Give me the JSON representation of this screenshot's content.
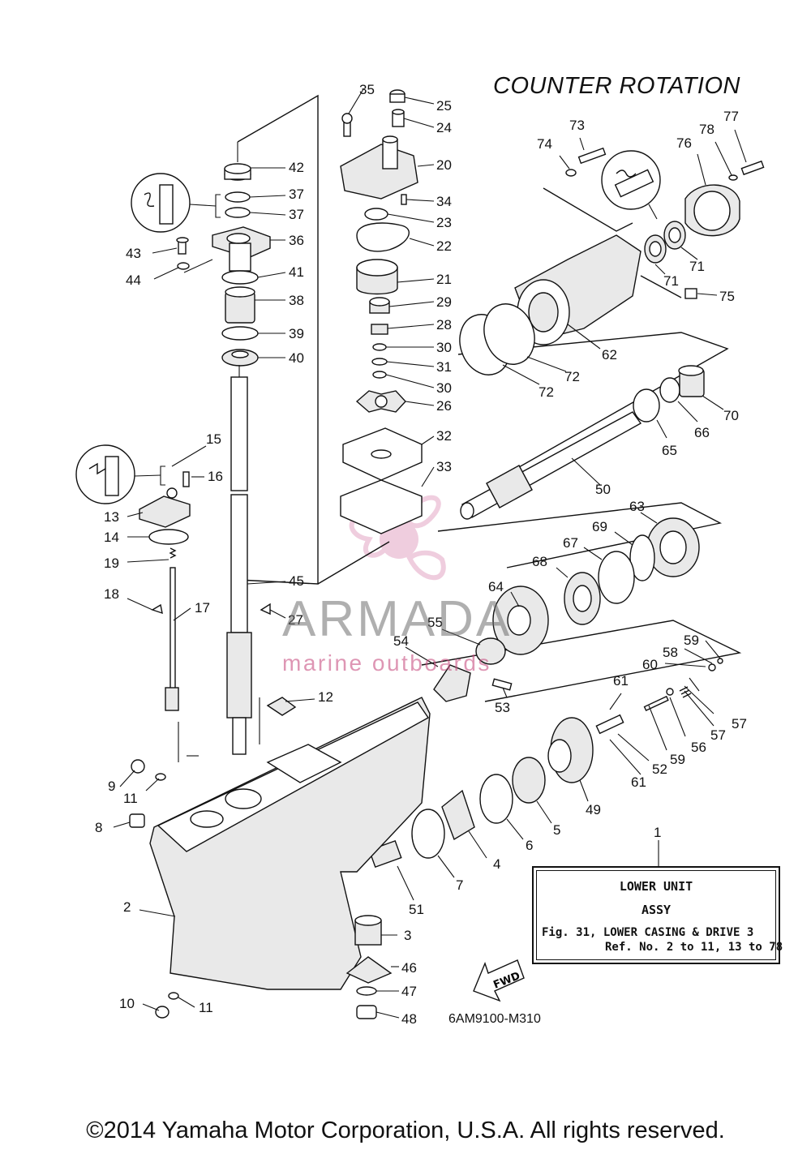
{
  "title": "COUNTER ROTATION",
  "drawing_code": "6AM9100-M310",
  "copyright": "©2014 Yamaha Motor Corporation, U.S.A. All rights reserved.",
  "fwd_label": "FWD",
  "watermark": {
    "name": "ARMADA",
    "tagline": "marine outboards"
  },
  "reference_box": {
    "line1": "LOWER UNIT",
    "line2": "ASSY",
    "line3": "Fig. 31, LOWER CASING & DRIVE 3",
    "line4": "Ref. No. 2 to 11, 13 to 78"
  },
  "labels": {
    "n1": "1",
    "n2": "2",
    "n3": "3",
    "n4": "4",
    "n5": "5",
    "n6": "6",
    "n7": "7",
    "n8": "8",
    "n9": "9",
    "n10": "10",
    "n11a": "11",
    "n11b": "11",
    "n12": "12",
    "n13": "13",
    "n14": "14",
    "n15": "15",
    "n16": "16",
    "n17": "17",
    "n18": "18",
    "n19": "19",
    "n20": "20",
    "n21": "21",
    "n22": "22",
    "n23": "23",
    "n24": "24",
    "n25": "25",
    "n26": "26",
    "n27": "27",
    "n28": "28",
    "n29": "29",
    "n30a": "30",
    "n30b": "30",
    "n31": "31",
    "n32": "32",
    "n33": "33",
    "n34": "34",
    "n35": "35",
    "n36": "36",
    "n37a": "37",
    "n37b": "37",
    "n38": "38",
    "n39": "39",
    "n40": "40",
    "n41": "41",
    "n42": "42",
    "n43": "43",
    "n44": "44",
    "n45": "45",
    "n46": "46",
    "n47": "47",
    "n48": "48",
    "n49": "49",
    "n50": "50",
    "n51": "51",
    "n52": "52",
    "n53": "53",
    "n54": "54",
    "n55": "55",
    "n56": "56",
    "n57a": "57",
    "n57b": "57",
    "n58": "58",
    "n59a": "59",
    "n59b": "59",
    "n60": "60",
    "n61a": "61",
    "n61b": "61",
    "n62": "62",
    "n63": "63",
    "n64": "64",
    "n65": "65",
    "n66": "66",
    "n67": "67",
    "n68": "68",
    "n69": "69",
    "n70": "70",
    "n71a": "71",
    "n71b": "71",
    "n72a": "72",
    "n72b": "72",
    "n73": "73",
    "n74": "74",
    "n75": "75",
    "n76": "76",
    "n77": "77",
    "n78": "78"
  },
  "colors": {
    "ink": "#111111",
    "watermark_pink": "#e3a6c4",
    "watermark_gray": "#8a8a8a"
  },
  "icons": [
    "grease-icon",
    "sealant-icon",
    "fwd-arrow-icon",
    "propeller-logo-icon"
  ]
}
